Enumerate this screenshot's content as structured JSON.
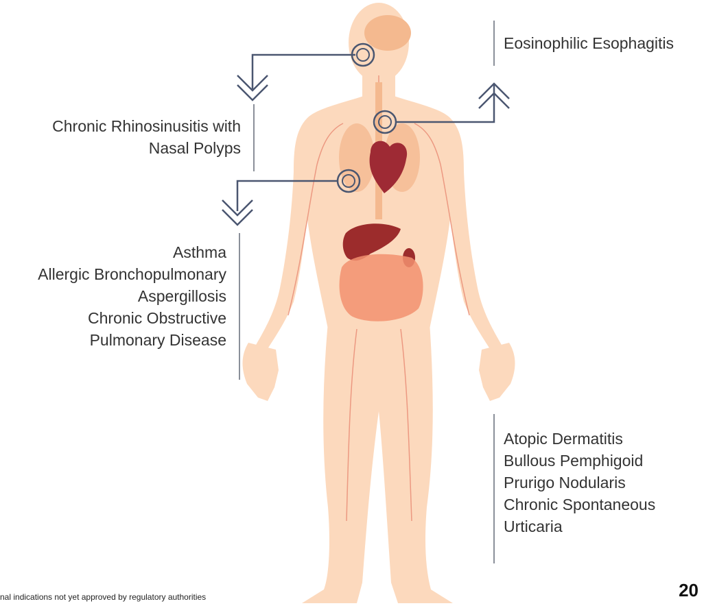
{
  "labels": {
    "esophagitis": "Eosinophilic Esophagitis",
    "rhinosinusitis": [
      "Chronic Rhinosinusitis with",
      "Nasal Polyps"
    ],
    "respiratory": [
      "Asthma",
      "Allergic Bronchopulmonary",
      "Aspergillosis",
      "Chronic Obstructive",
      "Pulmonary Disease"
    ],
    "skin": [
      "Atopic Dermatitis",
      "Bullous Pemphigoid",
      "Prurigo Nodularis",
      "Chronic Spontaneous",
      "Urticaria"
    ]
  },
  "footnote": "nal indications not yet approved by regulatory authorities",
  "page_number": "20",
  "icons": {
    "connector_arrow_down": "double-chevron-down-icon",
    "connector_arrow_up": "double-chevron-up-icon",
    "connector_marker": "ring-marker-icon"
  },
  "colors": {
    "skin": "#fcd9bd",
    "skin_dark": "#f6c09a",
    "connector": "#4a5670",
    "vessel": "#e7836d",
    "heart": "#9e2a34",
    "liver": "#9c2c2c",
    "brain": "#f4b98f",
    "intestine": "#f29070"
  }
}
